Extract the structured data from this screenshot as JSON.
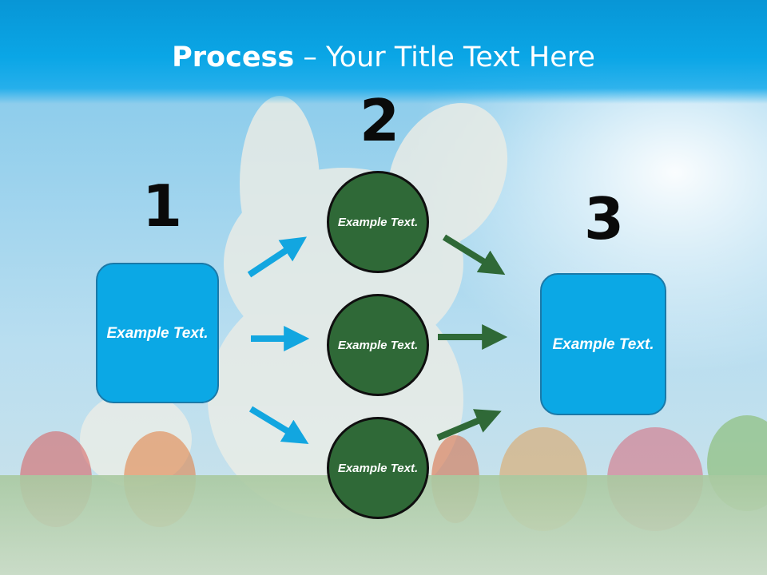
{
  "slide": {
    "title_bold": "Process",
    "title_dash": " – ",
    "title_rest": "Your Title Text Here"
  },
  "steps": {
    "one": {
      "number": "1",
      "text": "Example Text."
    },
    "two": {
      "number": "2",
      "circles": [
        "Example Text.",
        "Example Text.",
        "Example Text."
      ]
    },
    "three": {
      "number": "3",
      "text": "Example Text."
    }
  },
  "colors": {
    "title_bar": "#0aa6e6",
    "box_fill": "#0ba8e5",
    "circle_fill": "#2f6937",
    "blue_arrow": "#12a6e0",
    "green_arrow": "#2f6937"
  }
}
